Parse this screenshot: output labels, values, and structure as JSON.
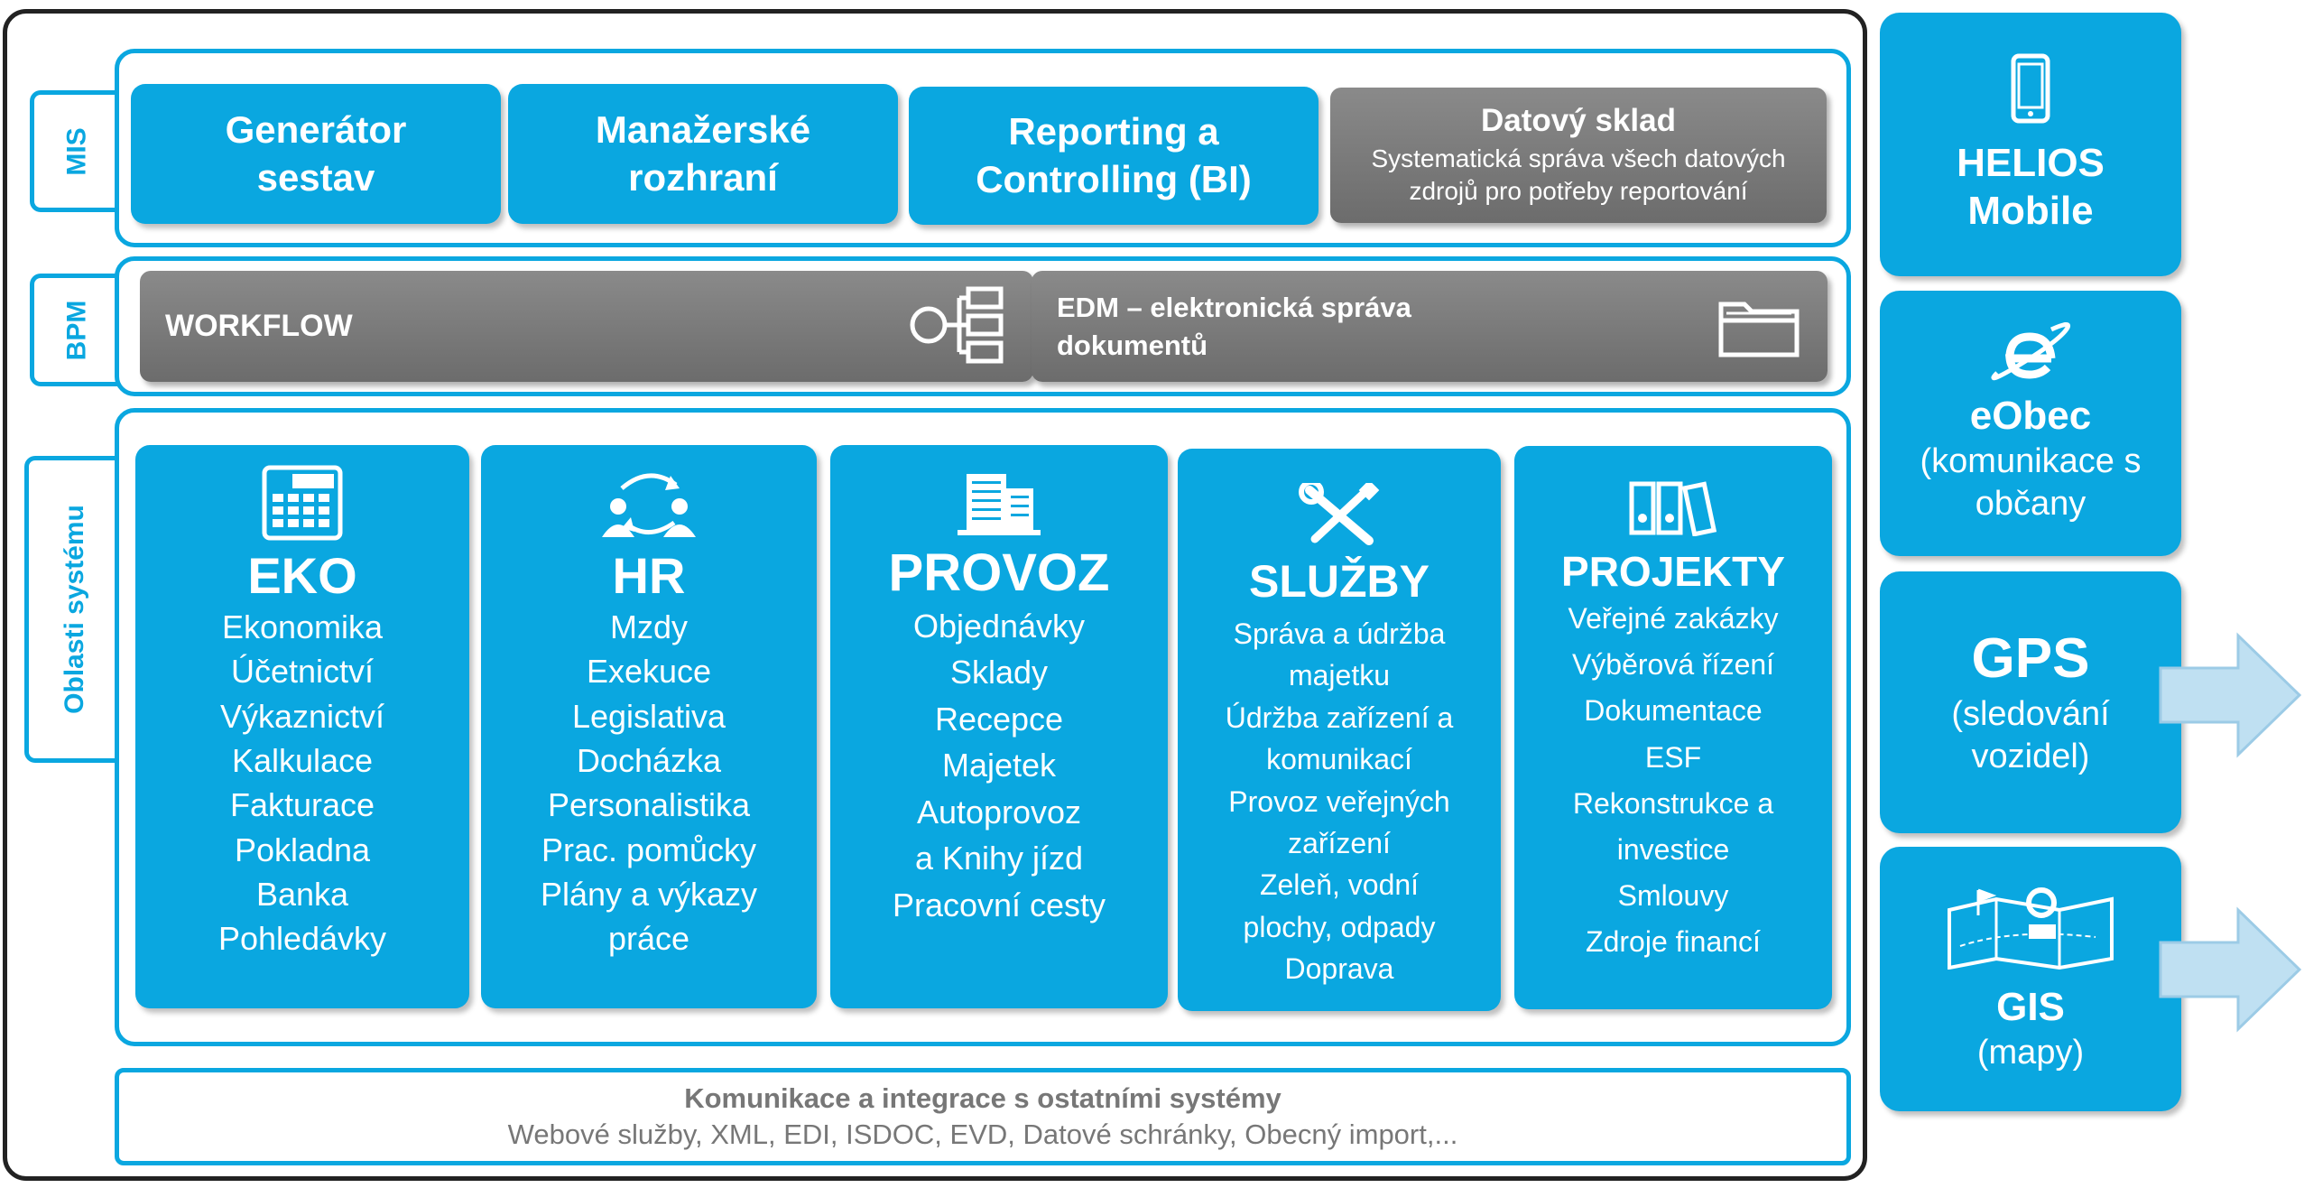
{
  "labels": {
    "mis": "MIS",
    "bpm": "BPM",
    "areas": "Oblasti systému"
  },
  "mis": {
    "generator": "Generátor\nsestav",
    "manazerske": "Manažerské\nrozhraní",
    "reporting": "Reporting a\nControlling (BI)",
    "datovy_title": "Datový sklad",
    "datovy_desc": "Systematická správa všech datových\nzdrojů pro potřeby reportování"
  },
  "bpm": {
    "workflow": "WORKFLOW",
    "edm": "EDM – elektronická správa\ndokumentů"
  },
  "areas": [
    {
      "title": "EKO",
      "icon": "calculator-icon",
      "items": "Ekonomika\nÚčetnictví\nVýkaznictví\nKalkulace\nFakturace\nPokladna\nBanka\nPohledávky"
    },
    {
      "title": "HR",
      "icon": "people-exchange-icon",
      "items": "Mzdy\nExekuce\nLegislativa\nDocházka\nPersonalistika\nPrac. pomůcky\nPlány a výkazy\npráce"
    },
    {
      "title": "PROVOZ",
      "icon": "building-icon",
      "items": "Objednávky\nSklady\nRecepce\nMajetek\nAutoprovoz\na Knihy jízd\nPracovní cesty"
    },
    {
      "title": "SLUŽBY",
      "icon": "tools-icon",
      "items": "Správa a údržba\nmajetku\nÚdržba zařízení a\nkomunikací\nProvoz veřejných\nzařízení\nZeleň, vodní\nplochy, odpady\nDoprava"
    },
    {
      "title": "PROJEKTY",
      "icon": "binders-icon",
      "items": "Veřejné zakázky\nVýběrová řízení\nDokumentace\nESF\nRekonstrukce a\ninvestice\nSmlouvy\nZdroje financí"
    }
  ],
  "integration": {
    "title": "Komunikace a integrace s ostatními systémy",
    "desc": "Webové služby, XML, EDI, ISDOC, EVD, Datové schránky, Obecný import,..."
  },
  "side": [
    {
      "title": "HELIOS\nMobile",
      "subtitle": "",
      "icon": "mobile-phone-icon"
    },
    {
      "title": "eObec",
      "subtitle": "(komunikace s\nobčany",
      "icon": "internet-explorer-icon"
    },
    {
      "title": "GPS",
      "subtitle": "(sledování\nvozidel)",
      "icon": ""
    },
    {
      "title": "GIS",
      "subtitle": "(mapy)",
      "icon": "map-icon"
    }
  ],
  "colors": {
    "accent": "#0aa7e0",
    "grey": "#7a7a7a",
    "frame": "#222222",
    "arrow": "#bfe0f2"
  }
}
